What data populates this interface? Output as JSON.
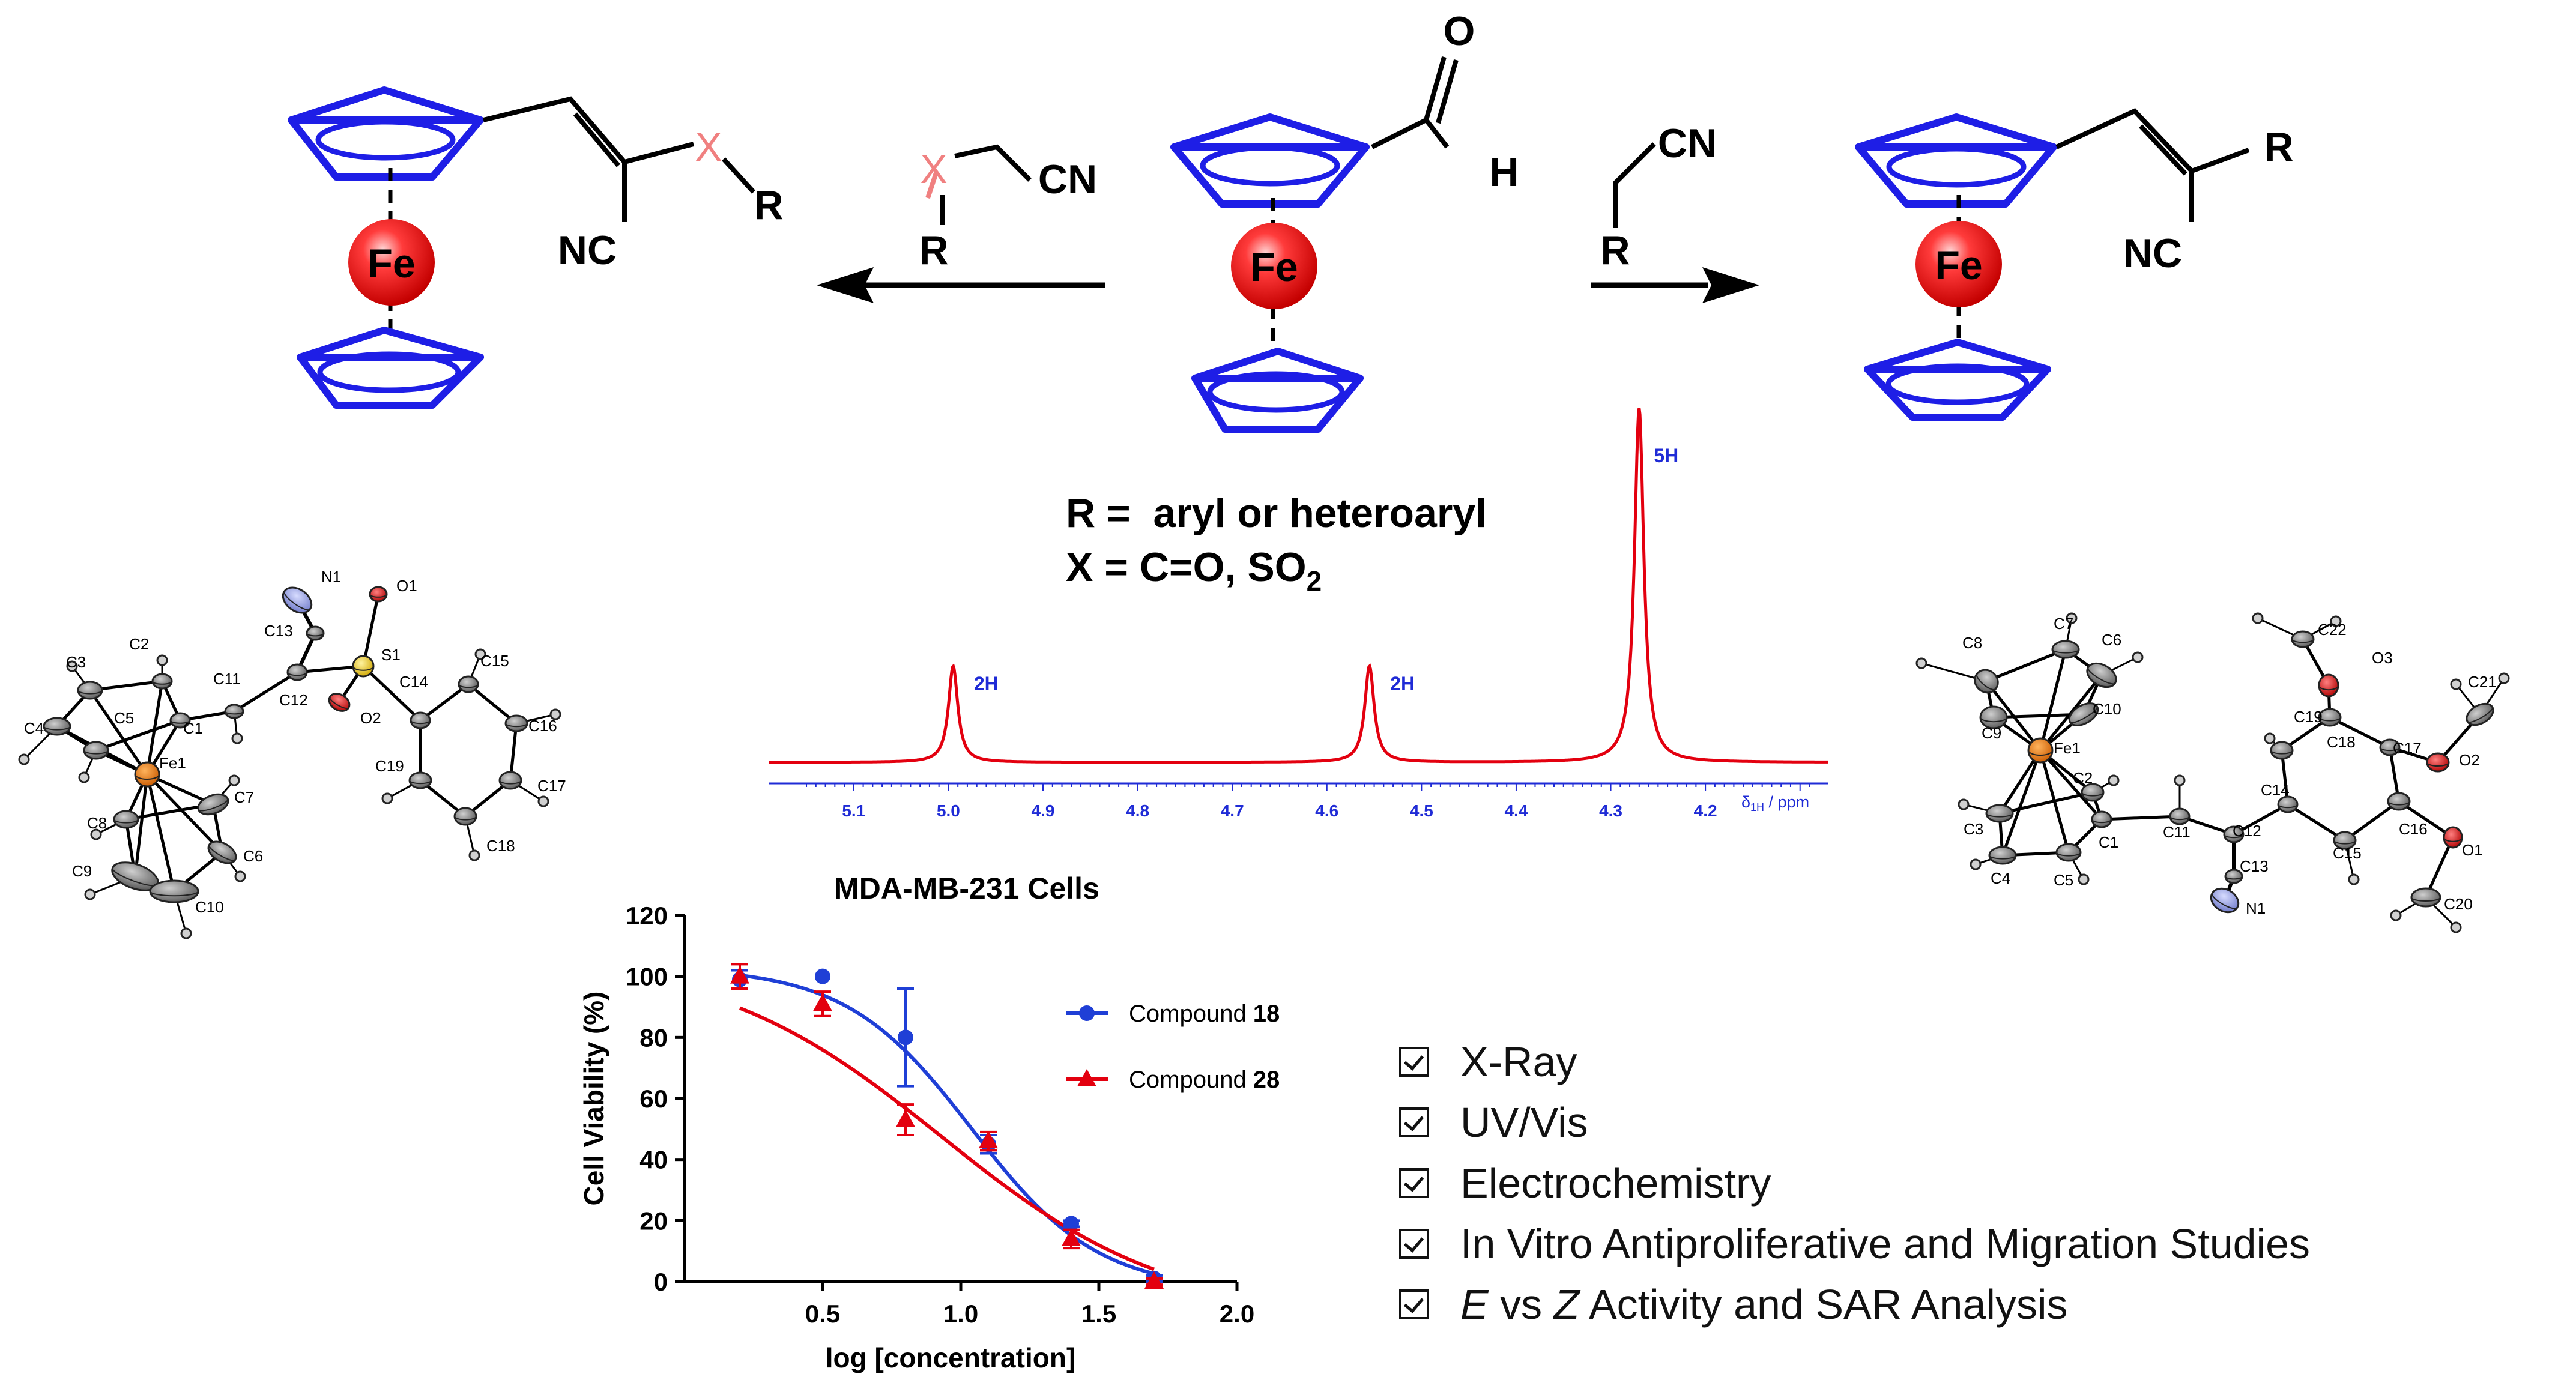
{
  "scheme": {
    "center": {
      "metal": "Fe",
      "o_label": "O",
      "h_label": "H"
    },
    "left_reagent": {
      "x": "X",
      "cn": "CN",
      "r": "R"
    },
    "right_reagent": {
      "cn": "CN",
      "r": "R"
    },
    "left_product": {
      "metal": "Fe",
      "x": "X",
      "r": "R",
      "nc": "NC"
    },
    "right_product": {
      "metal": "Fe",
      "r": "R",
      "nc": "NC"
    },
    "definitions": {
      "r_line": "R =  aryl or heteroaryl",
      "x_line_prefix": "X = C=O, SO",
      "x_line_sub": "2"
    }
  },
  "nmr": {
    "peaks": [
      {
        "ppm": 4.995,
        "label": "2H"
      },
      {
        "ppm": 4.555,
        "label": "2H"
      },
      {
        "ppm": 4.27,
        "label": "5H"
      }
    ],
    "ticks": [
      "5.1",
      "5.0",
      "4.9",
      "4.8",
      "4.7",
      "4.6",
      "4.5",
      "4.4",
      "4.3",
      "4.2"
    ],
    "axis_label": "δ1H / ppm",
    "color": "#e3000f",
    "axis_color": "#1f2bd6"
  },
  "xray_left": {
    "labels": [
      "N1",
      "O1",
      "C13",
      "S1",
      "C15",
      "C2",
      "C3",
      "C11",
      "C14",
      "C12",
      "O2",
      "C16",
      "C5",
      "C1",
      "C4",
      "Fe1",
      "C19",
      "C17",
      "C7",
      "C8",
      "C9",
      "C6",
      "C18",
      "C10"
    ]
  },
  "xray_right": {
    "labels": [
      "C7",
      "C8",
      "C6",
      "C22",
      "O3",
      "C21",
      "C9",
      "C10",
      "C19",
      "C18",
      "Fe1",
      "C17",
      "O2",
      "C2",
      "C3",
      "C11",
      "C14",
      "C12",
      "C1",
      "C13",
      "C15",
      "C16",
      "O1",
      "C4",
      "C5",
      "N1",
      "C20"
    ]
  },
  "chart_data": {
    "type": "scatter",
    "title": "MDA-MB-231 Cells",
    "xlabel": "log [concentration]",
    "ylabel": "Cell Viability (%)",
    "xlim": [
      0,
      2.0
    ],
    "ylim": [
      0,
      120
    ],
    "x_ticks": [
      "0.5",
      "1.0",
      "1.5",
      "2.0"
    ],
    "y_ticks": [
      "0",
      "20",
      "40",
      "60",
      "80",
      "100",
      "120"
    ],
    "legend_placement": "top-right",
    "series": [
      {
        "name_prefix": "Compound ",
        "name_bold": "18",
        "color": "#1f3fd6",
        "marker": "circle",
        "x": [
          0.2,
          0.5,
          0.8,
          1.1,
          1.4,
          1.7
        ],
        "y": [
          99,
          100,
          80,
          45,
          19,
          1
        ],
        "err": [
          3,
          0,
          16,
          3,
          1,
          1
        ]
      },
      {
        "name_prefix": "Compound ",
        "name_bold": "28",
        "color": "#e3000f",
        "marker": "triangle",
        "x": [
          0.2,
          0.5,
          0.8,
          1.1,
          1.4,
          1.7
        ],
        "y": [
          100,
          91,
          53,
          46,
          14,
          0
        ],
        "err": [
          4,
          4,
          5,
          3,
          3,
          1
        ]
      }
    ]
  },
  "checklist": [
    {
      "text": "X-Ray"
    },
    {
      "text": "UV/Vis"
    },
    {
      "text": "Electrochemistry"
    },
    {
      "text": "In Vitro Antiproliferative and Migration Studies"
    },
    {
      "italic_a": "E",
      "mid": " vs ",
      "italic_b": "Z",
      "rest": " Activity and SAR Analysis"
    }
  ]
}
